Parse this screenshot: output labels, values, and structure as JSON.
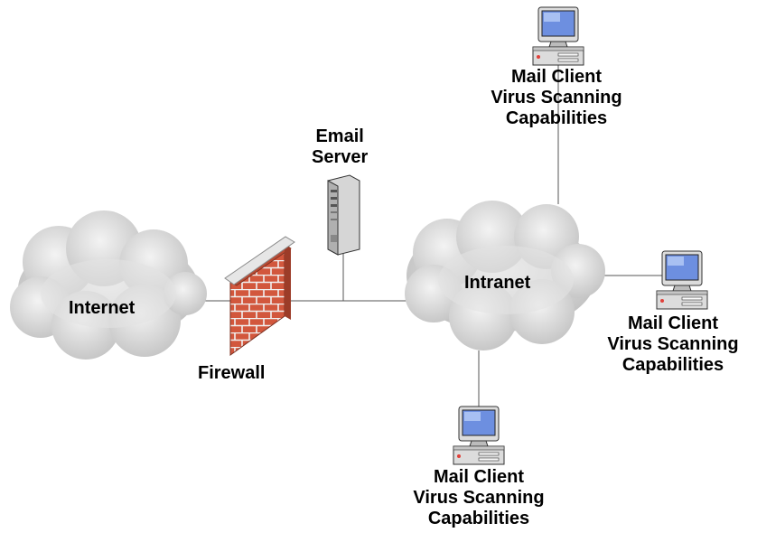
{
  "nodes": {
    "internet": {
      "label": "Internet"
    },
    "firewall": {
      "label": "Firewall"
    },
    "email_server": {
      "line1": "Email",
      "line2": "Server"
    },
    "intranet": {
      "label": "Intranet"
    },
    "clients": [
      {
        "line1": "Mail Client",
        "line2": "Virus Scanning",
        "line3": "Capabilities"
      },
      {
        "line1": "Mail Client",
        "line2": "Virus Scanning",
        "line3": "Capabilities"
      },
      {
        "line1": "Mail Client",
        "line2": "Virus Scanning",
        "line3": "Capabilities"
      }
    ]
  },
  "colors": {
    "cloud": "#d9d9d9",
    "brick": "#d2573d",
    "mortar": "#f1f1f1",
    "screen": "#6d8fe0",
    "case": "#dcdcdc",
    "line": "#555555"
  }
}
